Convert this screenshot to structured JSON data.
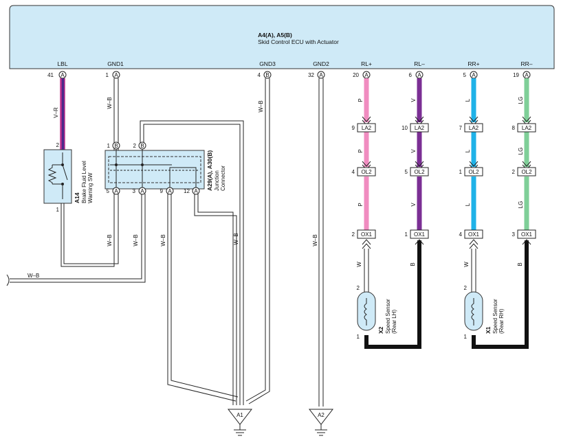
{
  "ecu": {
    "code": "A4(A), A5(B)",
    "name": "Skid Control ECU with Actuator",
    "fill": "#cfeaf7"
  },
  "ecu_terminals": [
    {
      "id": "lbl",
      "name": "LBL",
      "pin": "41",
      "conn": "A"
    },
    {
      "id": "gnd1",
      "name": "GND1",
      "pin": "1",
      "conn": "A"
    },
    {
      "id": "gnd3",
      "name": "GND3",
      "pin": "4",
      "conn": "B"
    },
    {
      "id": "gnd2",
      "name": "GND2",
      "pin": "32",
      "conn": "A"
    },
    {
      "id": "rlp",
      "name": "RL+",
      "pin": "20",
      "conn": "A"
    },
    {
      "id": "rlm",
      "name": "RL–",
      "pin": "6",
      "conn": "A"
    },
    {
      "id": "rrp",
      "name": "RR+",
      "pin": "5",
      "conn": "A"
    },
    {
      "id": "rrm",
      "name": "RR–",
      "pin": "19",
      "conn": "A"
    }
  ],
  "sensor_wires": [
    {
      "id": "rlp",
      "color_code": "P",
      "hex": "#f08cc0",
      "sensor_color": "W",
      "pins": {
        "la2": "9",
        "ol2": "4",
        "ox1": "2",
        "sensor": "2"
      }
    },
    {
      "id": "rlm",
      "color_code": "V",
      "hex": "#7b2f94",
      "sensor_color": "B",
      "pins": {
        "la2": "10",
        "ol2": "5",
        "ox1": "1",
        "sensor": "1"
      }
    },
    {
      "id": "rrp",
      "color_code": "L",
      "hex": "#1fb2e8",
      "sensor_color": "W",
      "pins": {
        "la2": "7",
        "ol2": "1",
        "ox1": "4",
        "sensor": "2"
      }
    },
    {
      "id": "rrm",
      "color_code": "LG",
      "hex": "#7fcf98",
      "sensor_color": "B",
      "pins": {
        "la2": "8",
        "ol2": "2",
        "ox1": "3",
        "sensor": "1"
      }
    }
  ],
  "connectors": {
    "la2": "LA2",
    "ol2": "OL2",
    "ox1": "OX1"
  },
  "sensors": [
    {
      "code": "X2",
      "name": "Speed Sensor",
      "side": "(Rear LH)"
    },
    {
      "code": "X1",
      "name": "Speed Sensor",
      "side": "(Rear RH)"
    }
  ],
  "switch": {
    "code": "A14",
    "name_line1": "Brake Fluid Level",
    "name_line2": "Warning SW",
    "pin_top": "2",
    "pin_bottom": "1",
    "fill": "#cfeaf7"
  },
  "lbl_wire": {
    "color_code": "V–R",
    "hex_a": "#c0308c",
    "hex_b": "#4b2a8a"
  },
  "junction": {
    "code": "A29(A), A30(B)",
    "name_line1": "Junction",
    "name_line2": "Connector",
    "fill": "#cfeaf7",
    "top_pins": [
      {
        "pin": "1",
        "conn": "B"
      },
      {
        "pin": "2",
        "conn": "B"
      }
    ],
    "bottom_pins": [
      {
        "pin": "5",
        "conn": "A"
      },
      {
        "pin": "3",
        "conn": "A"
      },
      {
        "pin": "9",
        "conn": "A"
      },
      {
        "pin": "12",
        "conn": "A"
      }
    ]
  },
  "ground_wire_code": "W–B",
  "grounds": [
    "A1",
    "A2"
  ]
}
